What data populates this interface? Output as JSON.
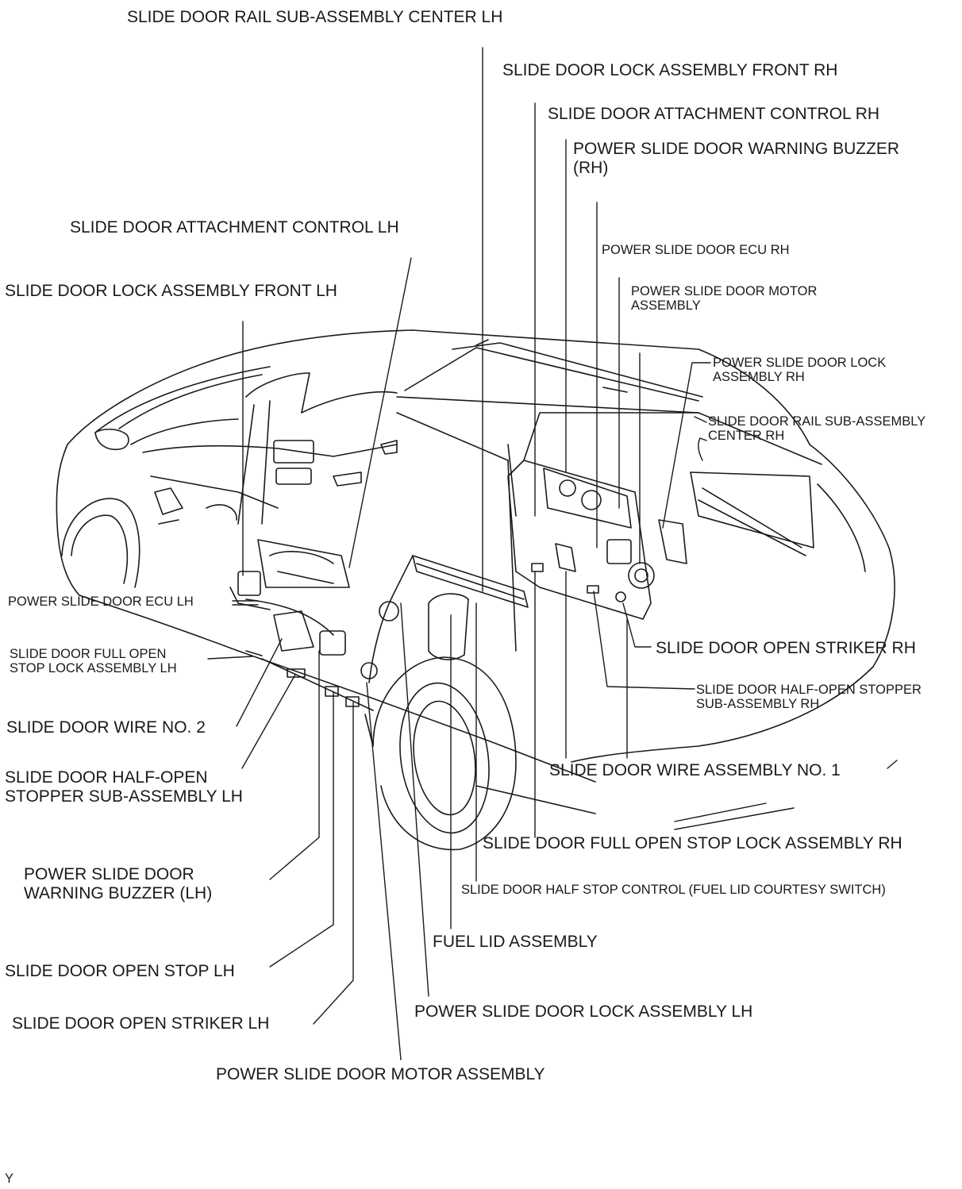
{
  "labels": {
    "rail_center_lh": "SLIDE DOOR RAIL SUB-ASSEMBLY CENTER LH",
    "lock_front_rh": "SLIDE DOOR LOCK ASSEMBLY FRONT RH",
    "attach_ctrl_rh": "SLIDE DOOR ATTACHMENT CONTROL RH",
    "buzzer_rh": "POWER SLIDE DOOR WARNING BUZZER\n(RH)",
    "attach_ctrl_lh": "SLIDE DOOR ATTACHMENT CONTROL LH",
    "ecu_rh": "POWER SLIDE DOOR ECU RH",
    "lock_front_lh": "SLIDE DOOR LOCK ASSEMBLY FRONT LH",
    "motor_rh": "POWER SLIDE DOOR MOTOR\nASSEMBLY",
    "ps_lock_rh": "POWER SLIDE DOOR LOCK\nASSEMBLY RH",
    "rail_center_rh": "SLIDE DOOR RAIL SUB-ASSEMBLY\nCENTER RH",
    "ecu_lh": "POWER SLIDE DOOR ECU LH",
    "open_striker_rh": "SLIDE DOOR OPEN STRIKER RH",
    "full_open_lh": "SLIDE DOOR FULL OPEN\nSTOP LOCK ASSEMBLY LH",
    "half_open_rh": "SLIDE DOOR HALF-OPEN STOPPER\nSUB-ASSEMBLY RH",
    "wire_no2": "SLIDE DOOR WIRE NO. 2",
    "half_open_lh": "SLIDE DOOR HALF-OPEN\nSTOPPER SUB-ASSEMBLY LH",
    "wire_no1": "SLIDE DOOR WIRE ASSEMBLY NO. 1",
    "full_open_rh": "SLIDE DOOR FULL OPEN STOP LOCK ASSEMBLY RH",
    "buzzer_lh": "POWER SLIDE DOOR\nWARNING BUZZER (LH)",
    "half_stop_ctrl": "SLIDE DOOR HALF STOP CONTROL (FUEL LID COURTESY SWITCH)",
    "fuel_lid": "FUEL LID ASSEMBLY",
    "open_stop_lh": "SLIDE DOOR OPEN STOP LH",
    "ps_lock_lh": "POWER SLIDE DOOR LOCK ASSEMBLY LH",
    "open_striker_lh": "SLIDE DOOR OPEN STRIKER LH",
    "motor_assy": "POWER SLIDE DOOR MOTOR ASSEMBLY",
    "figure_code": "Y"
  },
  "colors": {
    "line": "#1a1a1a",
    "background": "#ffffff"
  }
}
